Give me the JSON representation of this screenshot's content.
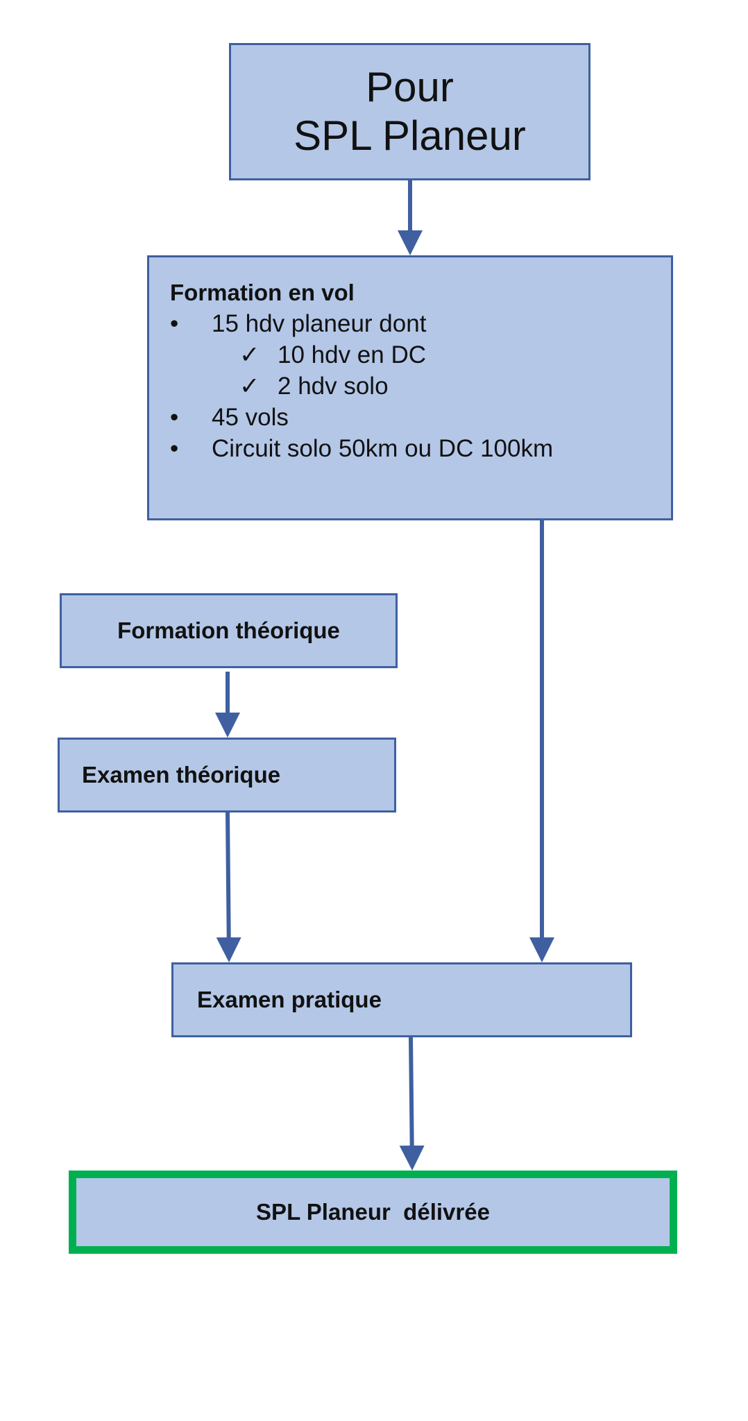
{
  "top": {
    "line1": "Pour",
    "line2": "SPL Planeur"
  },
  "flight_training": {
    "heading": "Formation en vol",
    "items": [
      {
        "bullet": "•",
        "text": "15 hdv planeur dont"
      },
      {
        "bullet": "✓",
        "text": "10 hdv en DC"
      },
      {
        "bullet": "✓",
        "text": "2 hdv solo"
      },
      {
        "bullet": "•",
        "text": "45 vols"
      },
      {
        "bullet": "•",
        "text": "Circuit solo 50km ou DC 100km"
      }
    ]
  },
  "theory_training": "Formation théorique",
  "theory_exam": "Examen théorique",
  "practical_exam": "Examen pratique",
  "result": "SPL Planeur  délivrée",
  "colors": {
    "box_fill": "#b4c7e7",
    "box_border": "#3f5fa0",
    "result_border": "#00b050"
  }
}
